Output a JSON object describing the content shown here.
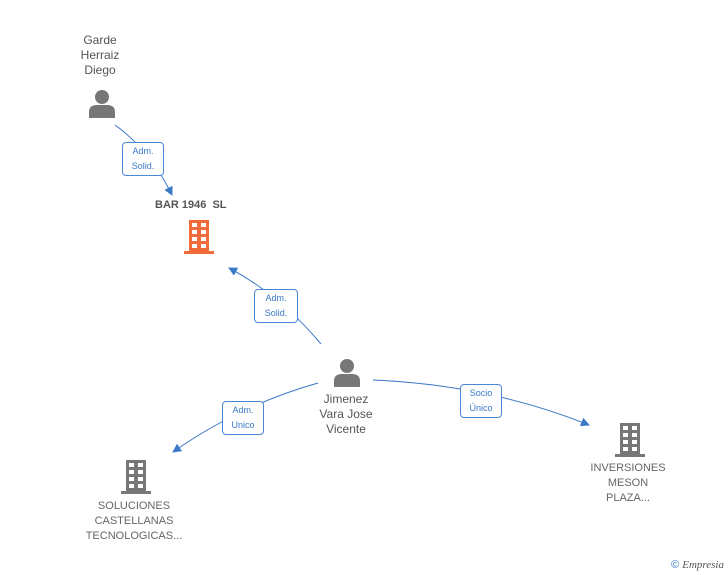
{
  "nodes": {
    "garde": {
      "label": "Garde\nHerraiz\nDiego",
      "icon": "person-icon",
      "color": "#777777"
    },
    "bar": {
      "label": "BAR 1946  SL",
      "icon": "building-icon",
      "color": "#f06a3a"
    },
    "jimenez": {
      "label": "Jimenez\nVara Jose\nVicente",
      "icon": "person-icon",
      "color": "#777777"
    },
    "soluciones": {
      "label": "SOLUCIONES\nCASTELLANAS\nTECNOLOGICAS...",
      "icon": "building-icon",
      "color": "#777777"
    },
    "inversiones": {
      "label": "INVERSIONES\nMESON\nPLAZA...",
      "icon": "building-icon",
      "color": "#777777"
    }
  },
  "edges": {
    "garde_bar": {
      "label": "Adm.\nSolid."
    },
    "jimenez_bar": {
      "label": "Adm.\nSolid."
    },
    "jimenez_soluciones": {
      "label": "Adm.\nUnico"
    },
    "jimenez_inversiones": {
      "label": "Socio\nÚnico"
    }
  },
  "colors": {
    "edge": "#3a78c8"
  },
  "footer": {
    "copyright": "©",
    "brand": "Empresia"
  }
}
